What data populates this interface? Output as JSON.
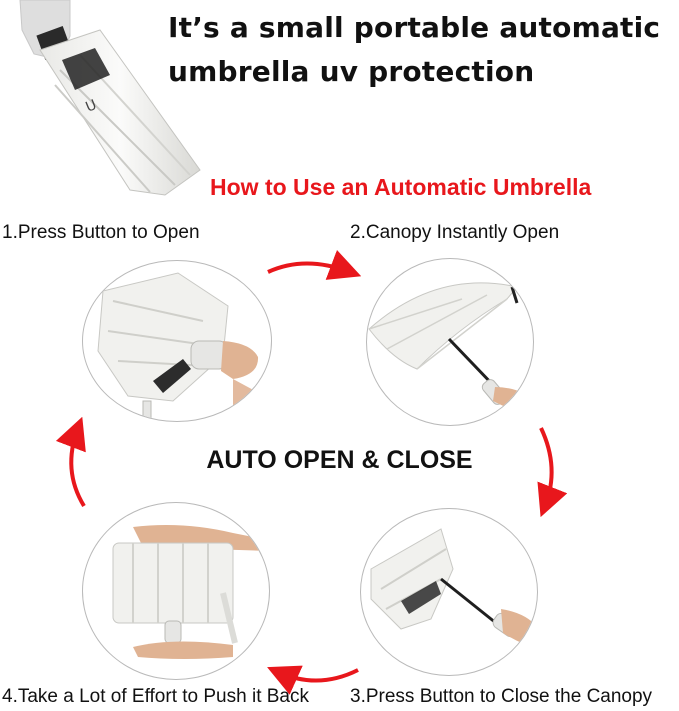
{
  "headline": {
    "line1": "It’s a small portable automatic",
    "line2": "umbrella uv protection"
  },
  "subtitle": "How to Use an Automatic Umbrella",
  "steps": [
    {
      "label": "1.Press Button to Open"
    },
    {
      "label": "2.Canopy Instantly Open"
    },
    {
      "label": "3.Press Button to Close the Canopy"
    },
    {
      "label": "4.Take a Lot of Effort to Push it Back"
    }
  ],
  "center_label": "AUTO OPEN & CLOSE",
  "product_logo_text": "U",
  "colors": {
    "accent_red": "#e8171c",
    "canopy_white": "#f1f1ee",
    "canopy_shadow": "#cfcfca",
    "handle": "#e6e6e4",
    "skin": "#e0b393",
    "circle_border": "#b9b9b9"
  }
}
